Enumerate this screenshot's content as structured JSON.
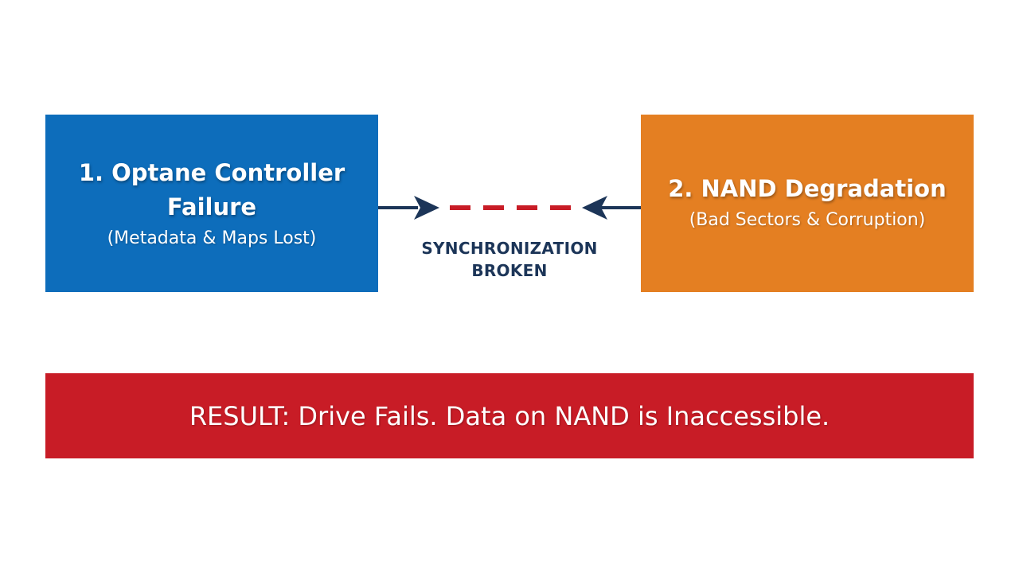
{
  "diagram": {
    "left_box": {
      "title_line1": "1. Optane Controller",
      "title_line2": "Failure",
      "subtitle": "(Metadata & Maps Lost)",
      "color": "#0d6dbb"
    },
    "right_box": {
      "title": "2. NAND Degradation",
      "subtitle": "(Bad Sectors & Corruption)",
      "color": "#e47f22"
    },
    "connector": {
      "label_line1": "SYNCHRONIZATION",
      "label_line2": "BROKEN",
      "arrow_color": "#1c3558",
      "dash_color": "#c81c26"
    },
    "result": {
      "text": "RESULT: Drive Fails. Data on NAND is Inaccessible.",
      "color": "#c81c26"
    }
  }
}
